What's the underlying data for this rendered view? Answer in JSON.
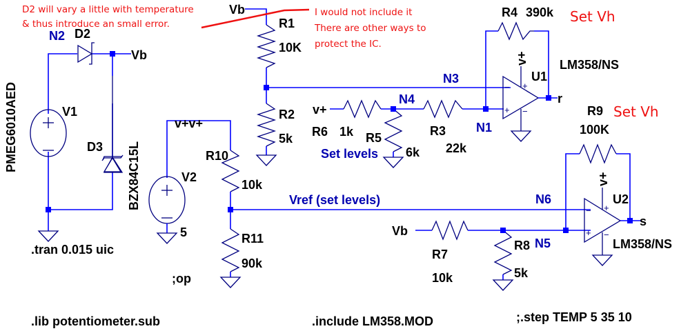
{
  "schematic": {
    "annotations": {
      "d2_note_line1": "D2 will vary a little with temperature",
      "d2_note_line2": "& thus introduce an small error.",
      "r1_note_line1": "I would not include it",
      "r1_note_line2": "There are other ways to",
      "r1_note_line3": "protect the IC.",
      "set_vh_1": "Set Vh",
      "set_vh_2": "Set Vh"
    },
    "components": {
      "D2": {
        "name": "D2",
        "model": "PMEG6010AED"
      },
      "D3": {
        "name": "D3",
        "model": "BZX84C15L"
      },
      "V1": {
        "name": "V1"
      },
      "V2": {
        "name": "V2",
        "value": "5"
      },
      "R1": {
        "name": "R1",
        "value": "10K"
      },
      "R2": {
        "name": "R2",
        "value": "5k"
      },
      "R3": {
        "name": "R3",
        "value": "22k"
      },
      "R4": {
        "name": "R4",
        "value": "390k"
      },
      "R5": {
        "name": "R5",
        "value": "6k"
      },
      "R6": {
        "name": "R6",
        "value": "1k"
      },
      "R7": {
        "name": "R7",
        "value": "10k"
      },
      "R8": {
        "name": "R8",
        "value": "5k"
      },
      "R9": {
        "name": "R9",
        "value": "100K"
      },
      "R10": {
        "name": "R10",
        "value": "10k"
      },
      "R11": {
        "name": "R11",
        "value": "90k"
      },
      "U1": {
        "name": "U1",
        "model": "LM358/NS"
      },
      "U2": {
        "name": "U2",
        "model": "LM358/NS"
      }
    },
    "nets": {
      "N1": "N1",
      "N2": "N2",
      "N3": "N3",
      "N4": "N4",
      "N5": "N5",
      "N6": "N6",
      "vref": "Vref (set levels)",
      "set_levels": "Set levels"
    },
    "port_labels": {
      "vb_d2": "Vb",
      "vb_r1": "Vb",
      "vb_r7": "Vb",
      "vplus_v2": "v+v+",
      "vplus_r6": "v+",
      "vplus_u1": "v+",
      "vplus_u2": "v+",
      "out_u1": "r",
      "out_u2": "s"
    },
    "directives": {
      "tran": ".tran 0.015 uic",
      "op": ";op",
      "lib": ".lib potentiometer.sub",
      "include": ".include LM358.MOD",
      "step": ";.step TEMP 5 35 10"
    },
    "pin_signs": {
      "plus": "+",
      "minus": "−"
    }
  }
}
